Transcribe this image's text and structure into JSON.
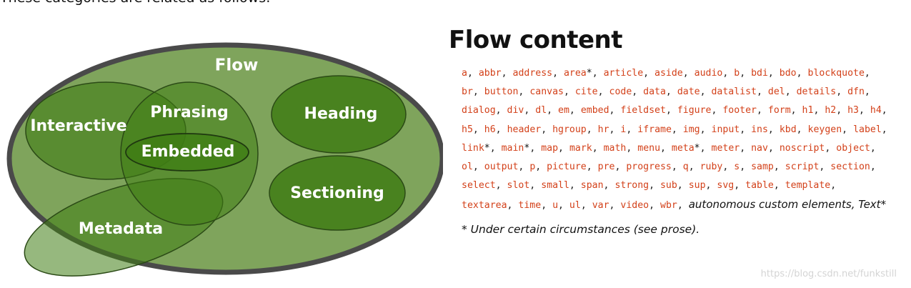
{
  "intro_text": "These categories are related as follows:",
  "venn": {
    "labels": {
      "flow": "Flow",
      "interactive": "Interactive",
      "phrasing": "Phrasing",
      "embedded": "Embedded",
      "heading": "Heading",
      "sectioning": "Sectioning",
      "metadata": "Metadata"
    },
    "colors": {
      "flow_fill": "#7fa45c",
      "flow_stroke": "#4a4a4a",
      "dark_fill": "#3f7d14",
      "region_stroke": "#2b4a16"
    }
  },
  "panel": {
    "title": "Flow content",
    "elements": [
      {
        "name": "a"
      },
      {
        "name": "abbr"
      },
      {
        "name": "address"
      },
      {
        "name": "area",
        "mark": "*"
      },
      {
        "name": "article"
      },
      {
        "name": "aside"
      },
      {
        "name": "audio"
      },
      {
        "name": "b"
      },
      {
        "name": "bdi"
      },
      {
        "name": "bdo"
      },
      {
        "name": "blockquote"
      },
      {
        "name": "br"
      },
      {
        "name": "button"
      },
      {
        "name": "canvas"
      },
      {
        "name": "cite"
      },
      {
        "name": "code"
      },
      {
        "name": "data"
      },
      {
        "name": "date"
      },
      {
        "name": "datalist"
      },
      {
        "name": "del"
      },
      {
        "name": "details"
      },
      {
        "name": "dfn"
      },
      {
        "name": "dialog"
      },
      {
        "name": "div"
      },
      {
        "name": "dl"
      },
      {
        "name": "em"
      },
      {
        "name": "embed"
      },
      {
        "name": "fieldset"
      },
      {
        "name": "figure"
      },
      {
        "name": "footer"
      },
      {
        "name": "form"
      },
      {
        "name": "h1"
      },
      {
        "name": "h2"
      },
      {
        "name": "h3"
      },
      {
        "name": "h4"
      },
      {
        "name": "h5"
      },
      {
        "name": "h6"
      },
      {
        "name": "header"
      },
      {
        "name": "hgroup"
      },
      {
        "name": "hr"
      },
      {
        "name": "i"
      },
      {
        "name": "iframe"
      },
      {
        "name": "img"
      },
      {
        "name": "input"
      },
      {
        "name": "ins"
      },
      {
        "name": "kbd"
      },
      {
        "name": "keygen"
      },
      {
        "name": "label"
      },
      {
        "name": "link",
        "mark": "*"
      },
      {
        "name": "main",
        "mark": "*"
      },
      {
        "name": "map"
      },
      {
        "name": "mark"
      },
      {
        "name": "math"
      },
      {
        "name": "menu"
      },
      {
        "name": "meta",
        "mark": "*"
      },
      {
        "name": "meter"
      },
      {
        "name": "nav"
      },
      {
        "name": "noscript"
      },
      {
        "name": "object"
      },
      {
        "name": "ol"
      },
      {
        "name": "output"
      },
      {
        "name": "p"
      },
      {
        "name": "picture"
      },
      {
        "name": "pre"
      },
      {
        "name": "progress"
      },
      {
        "name": "q"
      },
      {
        "name": "ruby"
      },
      {
        "name": "s"
      },
      {
        "name": "samp"
      },
      {
        "name": "script"
      },
      {
        "name": "section"
      },
      {
        "name": "select"
      },
      {
        "name": "slot"
      },
      {
        "name": "small"
      },
      {
        "name": "span"
      },
      {
        "name": "strong"
      },
      {
        "name": "sub"
      },
      {
        "name": "sup"
      },
      {
        "name": "svg"
      },
      {
        "name": "table"
      },
      {
        "name": "template"
      },
      {
        "name": "textarea"
      },
      {
        "name": "time"
      },
      {
        "name": "u"
      },
      {
        "name": "ul"
      },
      {
        "name": "var"
      },
      {
        "name": "video"
      },
      {
        "name": "wbr"
      }
    ],
    "tail_text": "autonomous custom elements, Text*",
    "footnote": "* Under certain circumstances (see prose).",
    "element_color": "#d3411a"
  },
  "watermark": "https://blog.csdn.net/funkstill"
}
